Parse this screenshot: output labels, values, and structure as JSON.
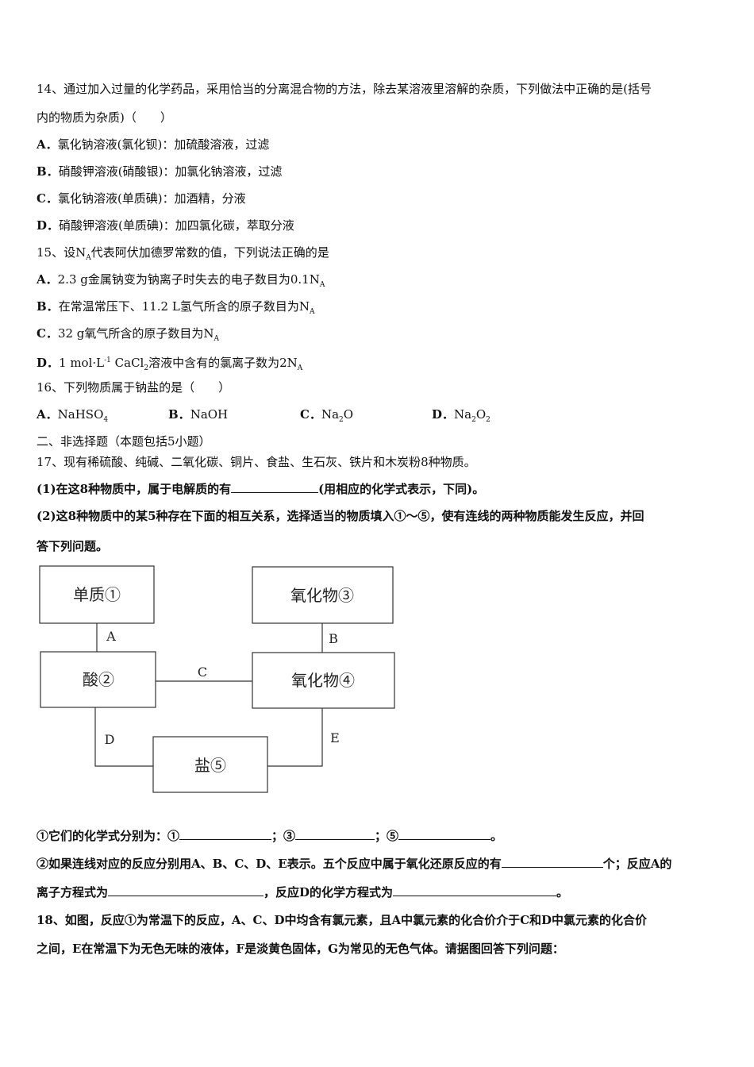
{
  "q14": {
    "stem_line1": "14、通过加入过量的化学药品，采用恰当的分离混合物的方法，除去某溶液里溶解的杂质，下列做法中正确的是(括号",
    "stem_line2": "内的物质为杂质)（　　）",
    "options": [
      {
        "letter": "A．",
        "text": "氯化钠溶液(氯化钡)：加硫酸溶液，过滤"
      },
      {
        "letter": "B．",
        "text": "硝酸钾溶液(硝酸银)：加氯化钠溶液，过滤"
      },
      {
        "letter": "C．",
        "text": "氯化钠溶液(单质碘)：加酒精，分液"
      },
      {
        "letter": "D．",
        "text": "硝酸钾溶液(单质碘)：加四氯化碳，萃取分液"
      }
    ]
  },
  "q15": {
    "stem_a": "15、设N",
    "stem_sub": "A",
    "stem_b": "代表阿伏加德罗常数的值，下列说法正确的是",
    "optA": {
      "letter": "A．",
      "text": "2.3 g金属钠变为钠离子时失去的电子数目为0.1N",
      "sub": "A"
    },
    "optB": {
      "letter": "B．",
      "text": "在常温常压下、11.2 L氢气所含的原子数目为N",
      "sub": "A"
    },
    "optC": {
      "letter": "C．",
      "text": "32 g氧气所含的原子数目为N",
      "sub": "A"
    },
    "optD": {
      "letter": "D．",
      "t1": "1 mol·L",
      "sup": "-1",
      "t2": " CaCl",
      "sub2": "2",
      "t3": "溶液中含有的氯离子数为2N",
      "sub": "A"
    }
  },
  "q16": {
    "stem": "16、下列物质属于钠盐的是（　　）",
    "options": [
      {
        "letter": "A．",
        "t": "NaHSO",
        "s": "4",
        "t2": ""
      },
      {
        "letter": "B．",
        "t": "NaOH",
        "s": "",
        "t2": ""
      },
      {
        "letter": "C．",
        "t": "Na",
        "s": "2",
        "t2": "O"
      },
      {
        "letter": "D．",
        "t": "Na",
        "s": "2",
        "t2": "O",
        "s2": "2"
      }
    ]
  },
  "section2": "二、非选择题（本题包括5小题）",
  "q17": {
    "stem": "17、现有稀硫酸、纯碱、二氧化碳、铜片、食盐、生石灰、铁片和木炭粉8种物质。",
    "p1_a": "(1)在这8种物质中，属于电解质的有",
    "p1_b": "(用相应的化学式表示，下同)。",
    "p2_line1": "(2)这8种物质中的某5种存在下面的相互关系，选择适当的物质填入①～⑤，使有连线的两种物质能发生反应，并回",
    "p2_line2": "答下列问题。",
    "sub1_a": "①它们的化学式分别为：①",
    "sub1_b": "；③",
    "sub1_c": "；⑤",
    "sub1_d": "。",
    "sub2_a": "②如果连线对应的反应分别用A、B、C、D、E表示。五个反应中属于氧化还原反应的有",
    "sub2_b": "个；反应A的",
    "sub2_c": "离子方程式为",
    "sub2_d": "，反应D的化学方程式为",
    "sub2_e": "。"
  },
  "diagram": {
    "box1": "单质①",
    "box2": "酸②",
    "box3": "氧化物③",
    "box4": "氧化物④",
    "box5": "盐⑤",
    "edgeA": "A",
    "edgeB": "B",
    "edgeC": "C",
    "edgeD": "D",
    "edgeE": "E"
  },
  "q18": {
    "line1": "18、如图，反应①为常温下的反应，A、C、D中均含有氯元素，且A中氯元素的化合价介于C和D中氯元素的化合价",
    "line2": "之间，E在常温下为无色无味的液体，F是淡黄色固体，G为常见的无色气体。请据图回答下列问题："
  }
}
